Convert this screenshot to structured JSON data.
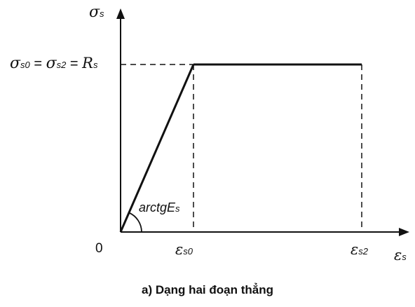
{
  "axes": {
    "y_symbol": "σ",
    "y_sub": "s",
    "x_symbol": "ε",
    "x_sub": "s",
    "origin": "0"
  },
  "equation": {
    "s1": "σ",
    "s1_sub": "s0",
    "eq1": " = ",
    "s2": "σ",
    "s2_sub": "s2",
    "eq2": " = ",
    "r": "R",
    "r_sub": "s"
  },
  "ticks": {
    "eps0": "ε",
    "eps0_sub": "s0",
    "eps2": "ε",
    "eps2_sub": "s2"
  },
  "angle_label": {
    "text": "arctgE",
    "sub": "s"
  },
  "caption": "a) Dạng hai đoạn thẳng"
}
